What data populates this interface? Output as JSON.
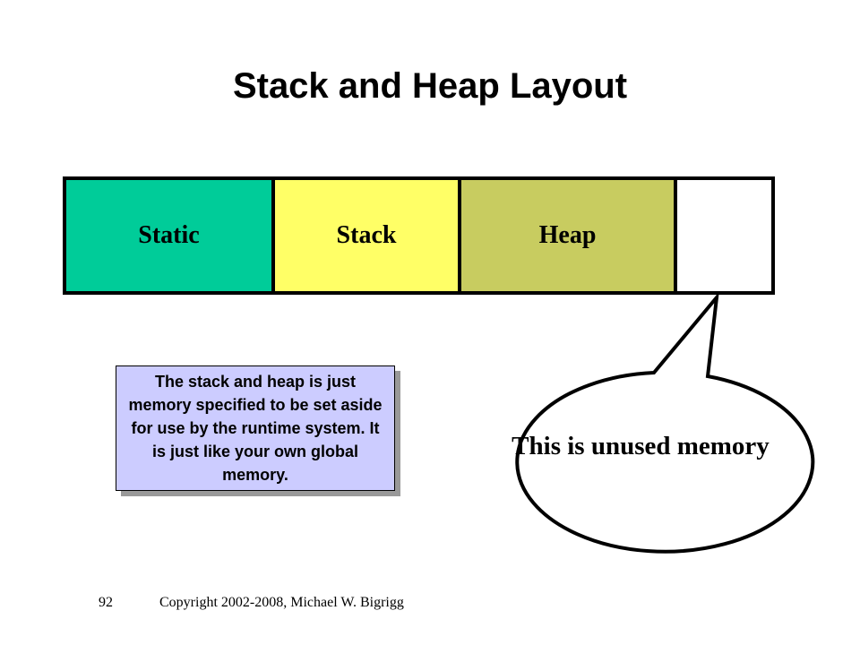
{
  "title": "Stack and Heap Layout",
  "segments": [
    {
      "label": "Static",
      "color": "#00cc99"
    },
    {
      "label": "Stack",
      "color": "#ffff66"
    },
    {
      "label": "Heap",
      "color": "#c8cc60"
    },
    {
      "label": "",
      "color": "#ffffff"
    }
  ],
  "note": "The stack and heap is just memory specified to be set aside for use by the runtime system.  It is just like your own global memory.",
  "bubble": "This is unused memory",
  "footer": {
    "page": "92",
    "copyright": "Copyright 2002-2008, Michael W. Bigrigg"
  }
}
